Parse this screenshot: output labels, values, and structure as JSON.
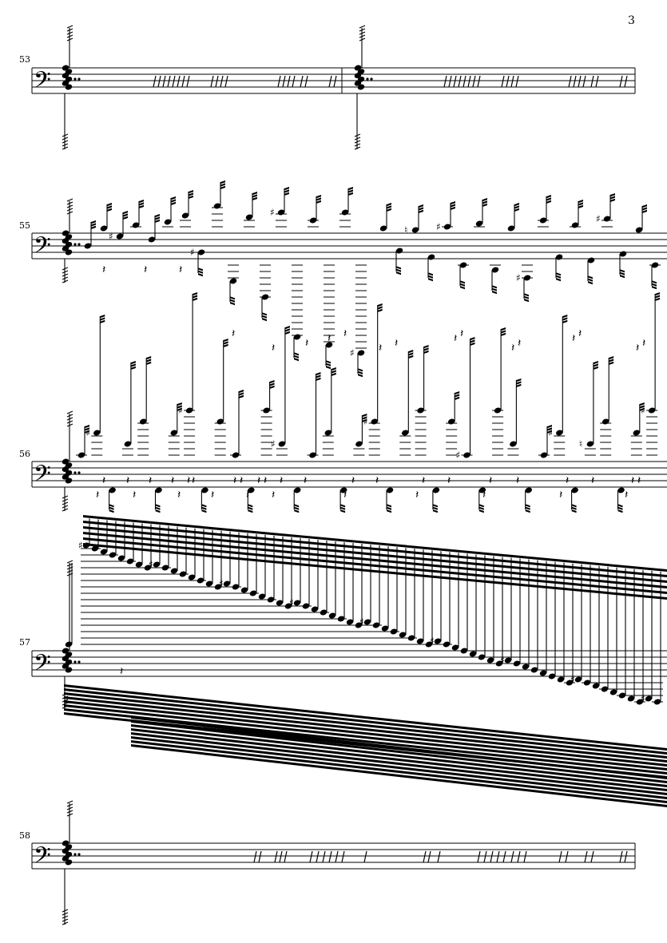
{
  "page": {
    "page_number": "3"
  },
  "music": {
    "clef_glyph": "𝄢",
    "sharp_glyph": "♯",
    "natural_glyph": "♮",
    "rest_glyph": "𝄽",
    "systems": [
      {
        "measure_number": "53"
      },
      {
        "measure_number": "55"
      },
      {
        "measure_number": "56"
      },
      {
        "measure_number": "57"
      },
      {
        "measure_number": "58"
      }
    ]
  }
}
